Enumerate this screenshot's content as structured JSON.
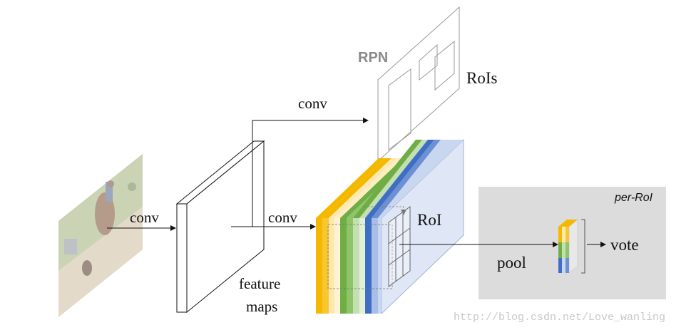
{
  "labels": {
    "conv_input": "conv",
    "conv_rpn": "conv",
    "conv_head": "conv",
    "feature_maps_line1": "feature",
    "feature_maps_line2": "maps",
    "rpn": "RPN",
    "rois": "RoIs",
    "roi": "RoI",
    "pool": "pool",
    "per_roi": "per-RoI",
    "vote": "vote"
  },
  "watermark": "http://blog.csdn.net/Love_wanling",
  "colors": {
    "yellow": "#f5b800",
    "light_yellow": "#fdeec0",
    "green": "#6fae45",
    "light_green": "#c4e0b0",
    "blue": "#3f6fc5",
    "light_blue": "#c9d6ef",
    "gray_panel": "#dcdcdc",
    "rpn_gray": "#8a8a8a"
  }
}
